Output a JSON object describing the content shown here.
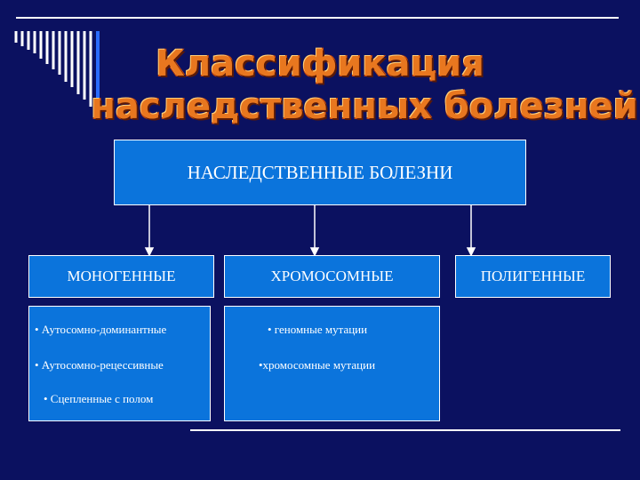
{
  "colors": {
    "background": "#0b1160",
    "box_fill": "#0b74dc",
    "title": "#e8771f"
  },
  "title": {
    "line1": "Классификация",
    "line2": "наследственных болезней"
  },
  "root": {
    "label": "НАСЛЕДСТВЕННЫЕ БОЛЕЗНИ"
  },
  "categories": [
    {
      "label": "МОНОГЕННЫЕ",
      "items": [
        "• Аутосомно-доминантные",
        "• Аутосомно-рецессивные",
        "• Сцепленные с полом"
      ]
    },
    {
      "label": "ХРОМОСОМНЫЕ",
      "items": [
        "• геномные мутации",
        "•хромосомные мутации"
      ]
    },
    {
      "label": "ПОЛИГЕННЫЕ",
      "items": []
    }
  ]
}
